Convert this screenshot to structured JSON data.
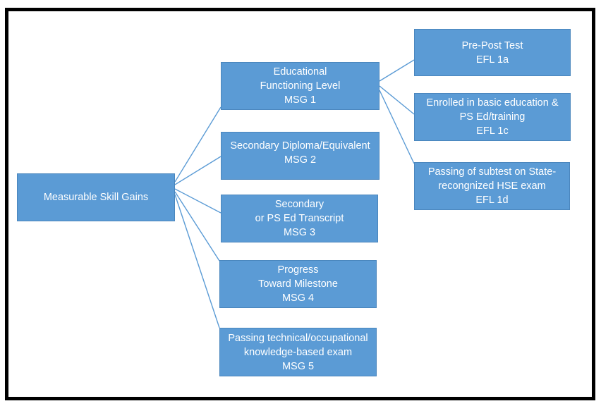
{
  "diagram": {
    "colors": {
      "box_fill": "#5b9bd5",
      "box_text": "#ffffff",
      "connector": "#5b9bd5",
      "frame": "#000000"
    },
    "root": {
      "lines": [
        "Measurable Skill Gains"
      ]
    },
    "msg1": {
      "lines": [
        "Educational",
        "Functioning Level",
        "MSG 1"
      ]
    },
    "msg2": {
      "lines": [
        "Secondary Diploma/Equivalent",
        "MSG 2"
      ]
    },
    "msg3": {
      "lines": [
        "Secondary",
        "or PS Ed Transcript",
        "MSG 3"
      ]
    },
    "msg4": {
      "lines": [
        "Progress",
        "Toward Milestone",
        "MSG 4"
      ]
    },
    "msg5": {
      "lines": [
        "Passing technical/occupational",
        "knowledge-based exam",
        "MSG 5"
      ]
    },
    "efl1a": {
      "lines": [
        "Pre-Post Test",
        "EFL 1a"
      ]
    },
    "efl1c": {
      "lines": [
        "Enrolled in basic education &",
        "PS Ed/training",
        "EFL 1c"
      ]
    },
    "efl1d": {
      "lines": [
        "Passing of subtest on State-",
        "recongnized HSE exam",
        "EFL 1d"
      ]
    }
  }
}
